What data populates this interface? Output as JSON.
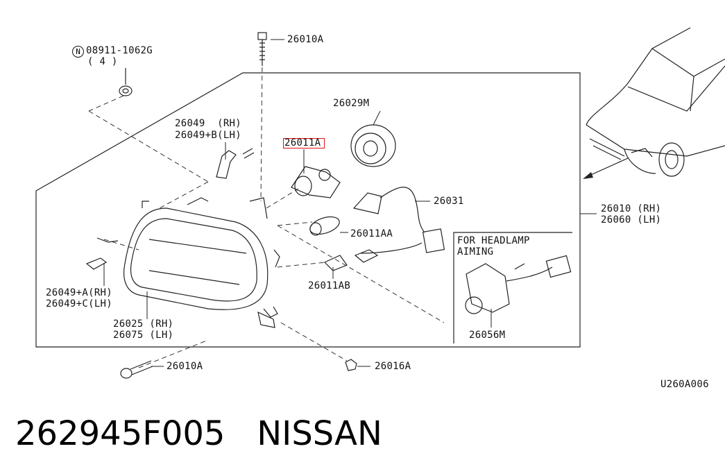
{
  "parts": {
    "nut_part": "08911-1062G",
    "nut_qty": "( 4 )",
    "nut_prefix": "N",
    "screw_top": "26010A",
    "bulb_socket": "26029M",
    "bracket_a_rh": "26049  (RH)",
    "bracket_a_lh": "26049+B(LH)",
    "bulb_main": "26011A",
    "harness": "26031",
    "bulb_small": "26011AA",
    "bulb_side": "26011AB",
    "assembly_rh": "26010 (RH)",
    "assembly_lh": "26060 (LH)",
    "aiming_title_1": "FOR HEADLAMP",
    "aiming_title_2": "AIMING",
    "aiming_motor": "26056M",
    "bracket_b_rh": "26049+A(RH)",
    "bracket_b_lh": "26049+C(LH)",
    "housing_rh": "26025 (RH)",
    "housing_lh": "26075 (LH)",
    "screw_bottom": "26010A",
    "clip": "26016A",
    "figure_code": "U260A006"
  },
  "highlight": {
    "part": "26011A",
    "color": "#e01010"
  },
  "footer": {
    "part_number": "262945F005",
    "brand": "NISSAN"
  }
}
